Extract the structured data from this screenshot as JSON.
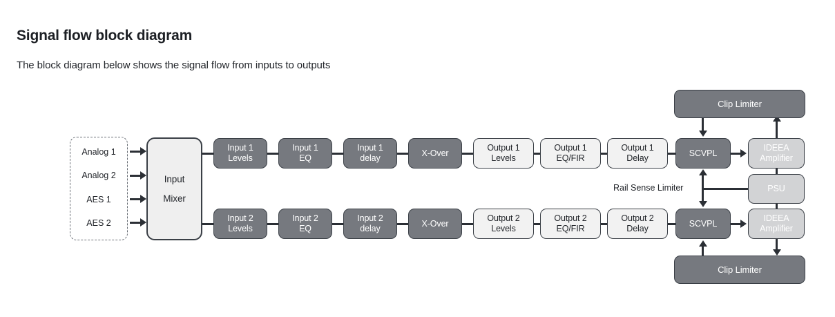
{
  "page": {
    "title": "Signal flow block diagram",
    "subtitle": "The block diagram below  shows the signal flow from inputs to outputs"
  },
  "colors": {
    "dark_block": "#76797f",
    "light_block": "#f2f2f2",
    "mid_block": "#d2d3d5",
    "mixer_block": "#efefef",
    "line": "#2b2f35",
    "border": "#3a3f46",
    "text_dark": "#23262b",
    "text_light": "#ffffff"
  },
  "diagram": {
    "input_sources": [
      {
        "label": "Analog 1"
      },
      {
        "label": "Analog 2"
      },
      {
        "label": "AES 1"
      },
      {
        "label": "AES 2"
      }
    ],
    "mixer": {
      "line1": "Input",
      "line2": "Mixer"
    },
    "chain_1": [
      {
        "line1": "Input 1",
        "line2": "Levels",
        "style": "dark"
      },
      {
        "line1": "Input 1",
        "line2": "EQ",
        "style": "dark"
      },
      {
        "line1": "Input 1",
        "line2": "delay",
        "style": "dark"
      },
      {
        "line1": "X-Over",
        "line2": "",
        "style": "dark"
      },
      {
        "line1": "Output 1",
        "line2": "Levels",
        "style": "light"
      },
      {
        "line1": "Output 1",
        "line2": "EQ/FIR",
        "style": "light"
      },
      {
        "line1": "Output 1",
        "line2": "Delay",
        "style": "light"
      }
    ],
    "chain_2": [
      {
        "line1": "Input 2",
        "line2": "Levels",
        "style": "dark"
      },
      {
        "line1": "Input 2",
        "line2": "EQ",
        "style": "dark"
      },
      {
        "line1": "Input 2",
        "line2": "delay",
        "style": "dark"
      },
      {
        "line1": "X-Over",
        "line2": "",
        "style": "dark"
      },
      {
        "line1": "Output 2",
        "line2": "Levels",
        "style": "light"
      },
      {
        "line1": "Output 2",
        "line2": "EQ/FIR",
        "style": "light"
      },
      {
        "line1": "Output 2",
        "line2": "Delay",
        "style": "light"
      }
    ],
    "scvpl_1": {
      "label": "SCVPL"
    },
    "scvpl_2": {
      "label": "SCVPL"
    },
    "amp_1": {
      "line1": "IDEEA",
      "line2": "Amplifier"
    },
    "amp_2": {
      "line1": "IDEEA",
      "line2": "Amplifier"
    },
    "clip_limiter_top": {
      "label": "Clip Limiter"
    },
    "clip_limiter_bottom": {
      "label": "Clip Limiter"
    },
    "psu": {
      "label": "PSU"
    },
    "rail_sense_limiter": {
      "label": "Rail Sense Limiter"
    }
  }
}
